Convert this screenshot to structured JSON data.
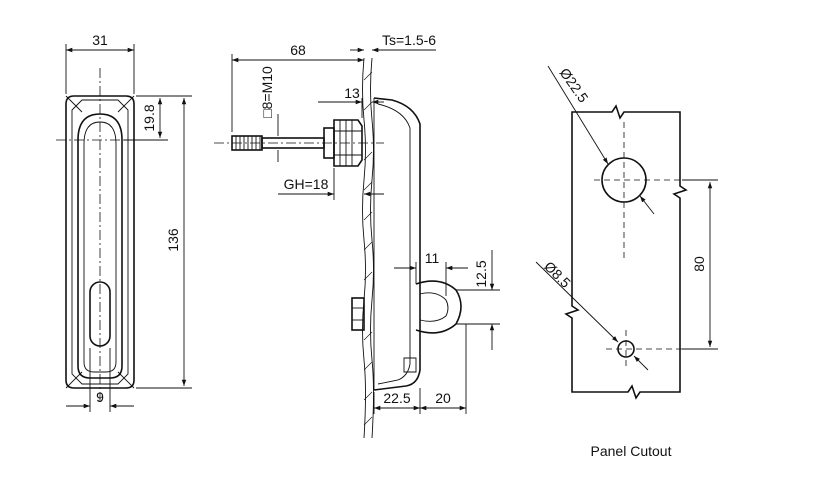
{
  "front_view": {
    "width_label": "31",
    "top_offset_label": "19.8",
    "height_label": "136",
    "bottom_width_label": "9"
  },
  "side_view": {
    "length_label": "68",
    "panel_thickness_label": "Ts=1.5-6",
    "nut_label": "13",
    "thread_label": "□8=M10",
    "grip_label": "GH=18",
    "shackle_width_label": "11",
    "shackle_height_label": "12.5",
    "body_depth_label": "22.5",
    "shackle_depth_label": "20"
  },
  "panel_cutout": {
    "large_hole_label": "Ø22.5",
    "small_hole_label": "Ø8.5",
    "spacing_label": "80",
    "caption": "Panel Cutout"
  }
}
